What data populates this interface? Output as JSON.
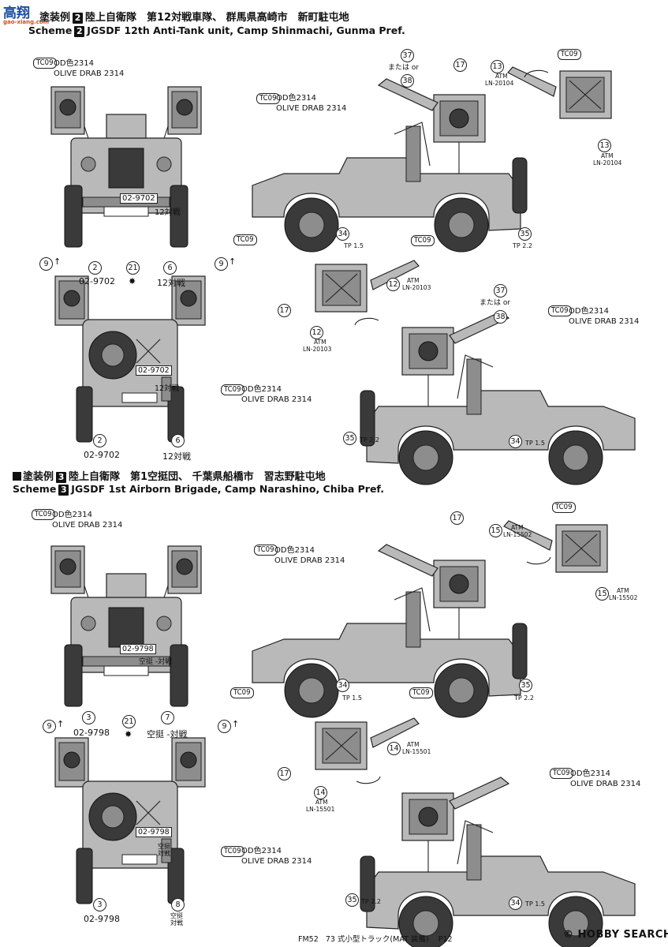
{
  "watermark": {
    "chars": "高翔",
    "url": "gao-xiang.com"
  },
  "scheme2": {
    "jp_prefix": "塗装例",
    "jp_num": "2",
    "jp_text": "陸上自衛隊　第12対戦車隊、 群馬県高崎市　新町駐屯地",
    "en_prefix": "Scheme",
    "en_num": "2",
    "en_text": "JGSDF 12th Anti-Tank unit, Camp Shinmachi, Gunma Pref."
  },
  "scheme3": {
    "jp_prefix": "塗装例",
    "jp_num": "3",
    "jp_text": "陸上自衛隊　第1空挺団、 千葉県船橋市　習志野駐屯地",
    "en_prefix": "Scheme",
    "en_num": "3",
    "en_text": "JGSDF 1st Airborn Brigade, Camp Narashino, Chiba Pref."
  },
  "paint": {
    "code": "TC09",
    "jp": "OD色2314",
    "en": "OLIVE DRAB 2314"
  },
  "markers": {
    "n2": "2",
    "n3": "3",
    "n6": "6",
    "n7": "7",
    "n8": "8",
    "n9": "9",
    "n12": "12",
    "n13": "13",
    "n14": "14",
    "n15": "15",
    "n17": "17",
    "n21": "21",
    "n34": "34",
    "n35": "35",
    "n37": "37",
    "n38": "38"
  },
  "labels": {
    "plate_s2": "02-9702",
    "plate_s3": "02-9798",
    "unit_s2": "12対戦",
    "unit_s3": "空挺 -対戦",
    "unit_s3_rear": "空挺\n対戦",
    "or_text": "または or",
    "tp15": "TP 1.5",
    "tp22": "TP 2.2",
    "atm": "ATM",
    "ln20104": "LN-20104",
    "ln20103": "LN-20103",
    "ln15502": "LN-15502",
    "ln15501": "LN-15501",
    "arrow_up": "↑",
    "star": "✸"
  },
  "footer": {
    "code": "FM52",
    "title": "73 式小型トラック(MAT 装備)",
    "page": "P12"
  },
  "logo": {
    "text": "HOBBY SEARCH",
    "mark": "©"
  }
}
